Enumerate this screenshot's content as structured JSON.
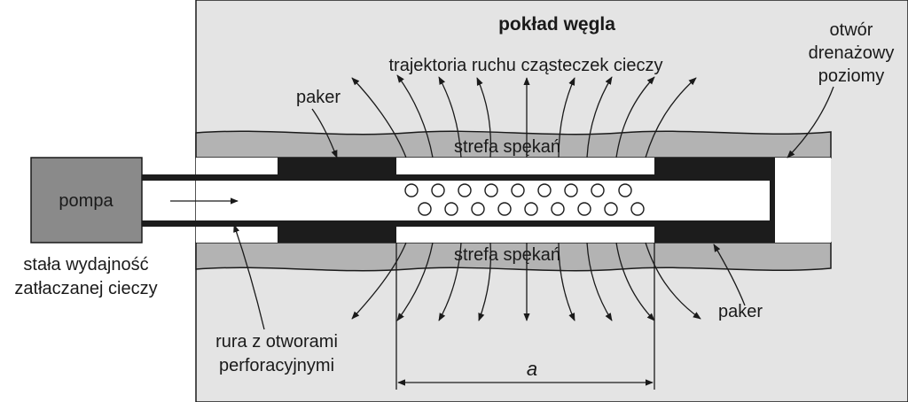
{
  "labels": {
    "seam": "pokład węgla",
    "trajectory": "trajektoria ruchu cząsteczek cieczy",
    "hole_line1": "otwór",
    "hole_line2": "drenażowy",
    "hole_line3": "poziomy",
    "packer_top": "paker",
    "packer_bottom": "paker",
    "fracture_top": "strefa spękań",
    "fracture_bottom": "strefa spękań",
    "pump": "pompa",
    "flow_line1": "stała wydajność",
    "flow_line2": "zatłaczanej cieczy",
    "pipe_line1": "rura z otworami",
    "pipe_line2": "perforacyjnymi",
    "distance": "a"
  },
  "colors": {
    "seam_fill": "#e4e4e4",
    "fracture_fill": "#b3b3b3",
    "pump_fill": "#8a8a8a",
    "packer_fill": "#1c1c1c",
    "line": "#1a1a1a"
  }
}
